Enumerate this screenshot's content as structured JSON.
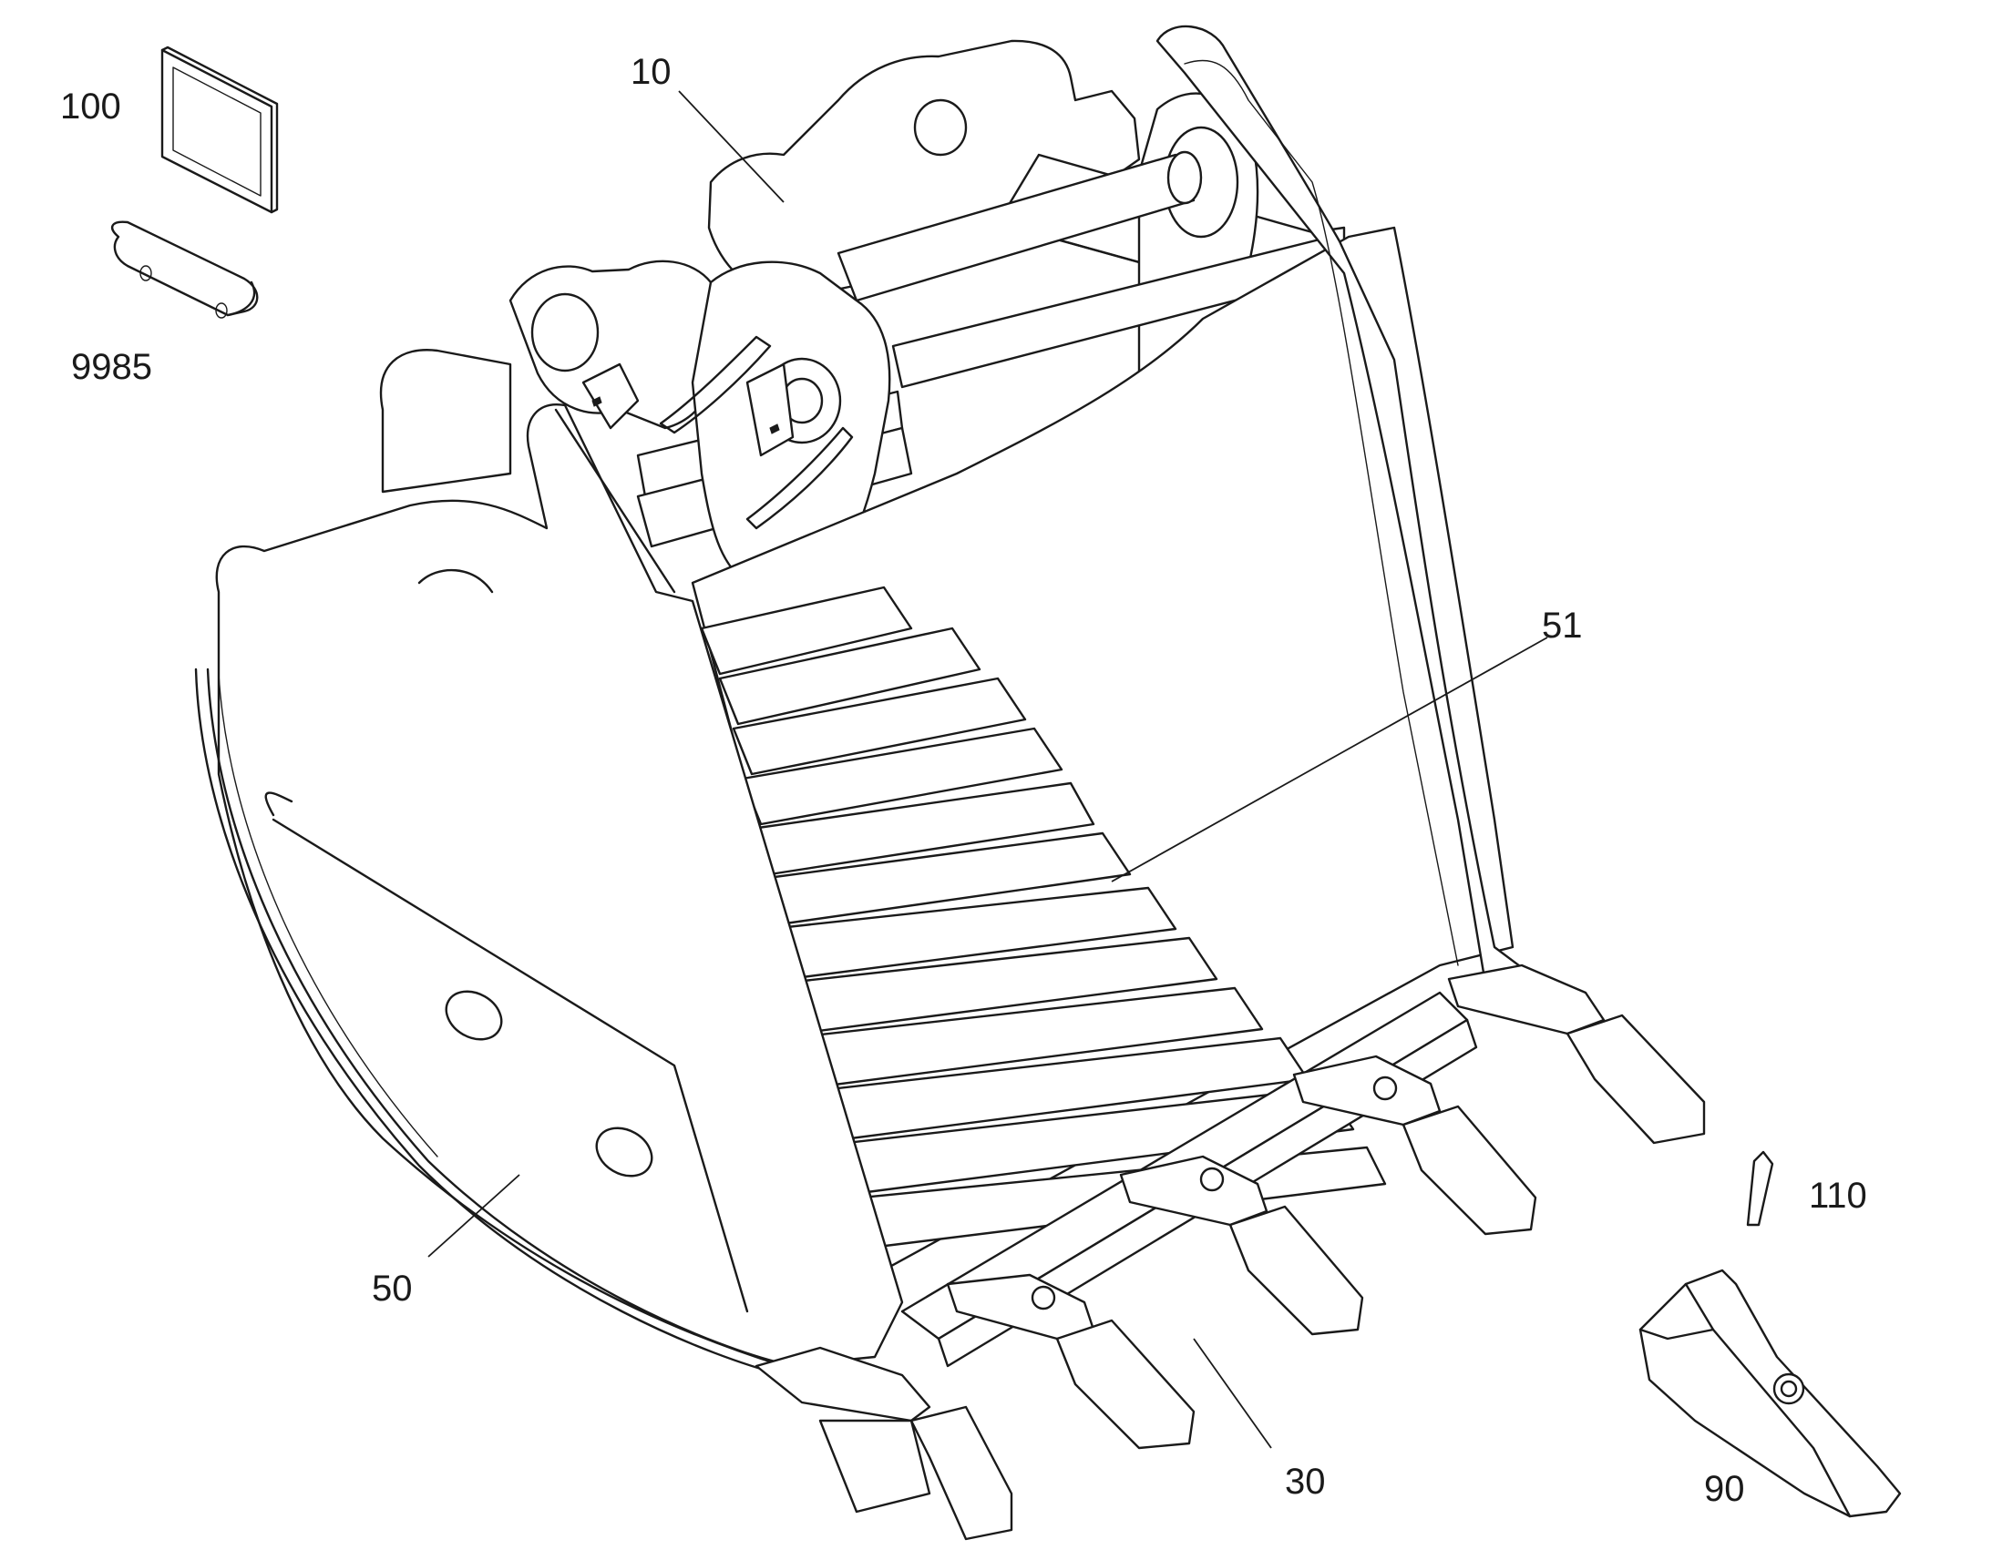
{
  "diagram": {
    "callouts": [
      {
        "id": "c10",
        "label": "10"
      },
      {
        "id": "c100",
        "label": "100"
      },
      {
        "id": "c9985",
        "label": "9985"
      },
      {
        "id": "c51",
        "label": "51"
      },
      {
        "id": "c50",
        "label": "50"
      },
      {
        "id": "c30",
        "label": "30"
      },
      {
        "id": "c110",
        "label": "110"
      },
      {
        "id": "c90",
        "label": "90"
      }
    ]
  }
}
